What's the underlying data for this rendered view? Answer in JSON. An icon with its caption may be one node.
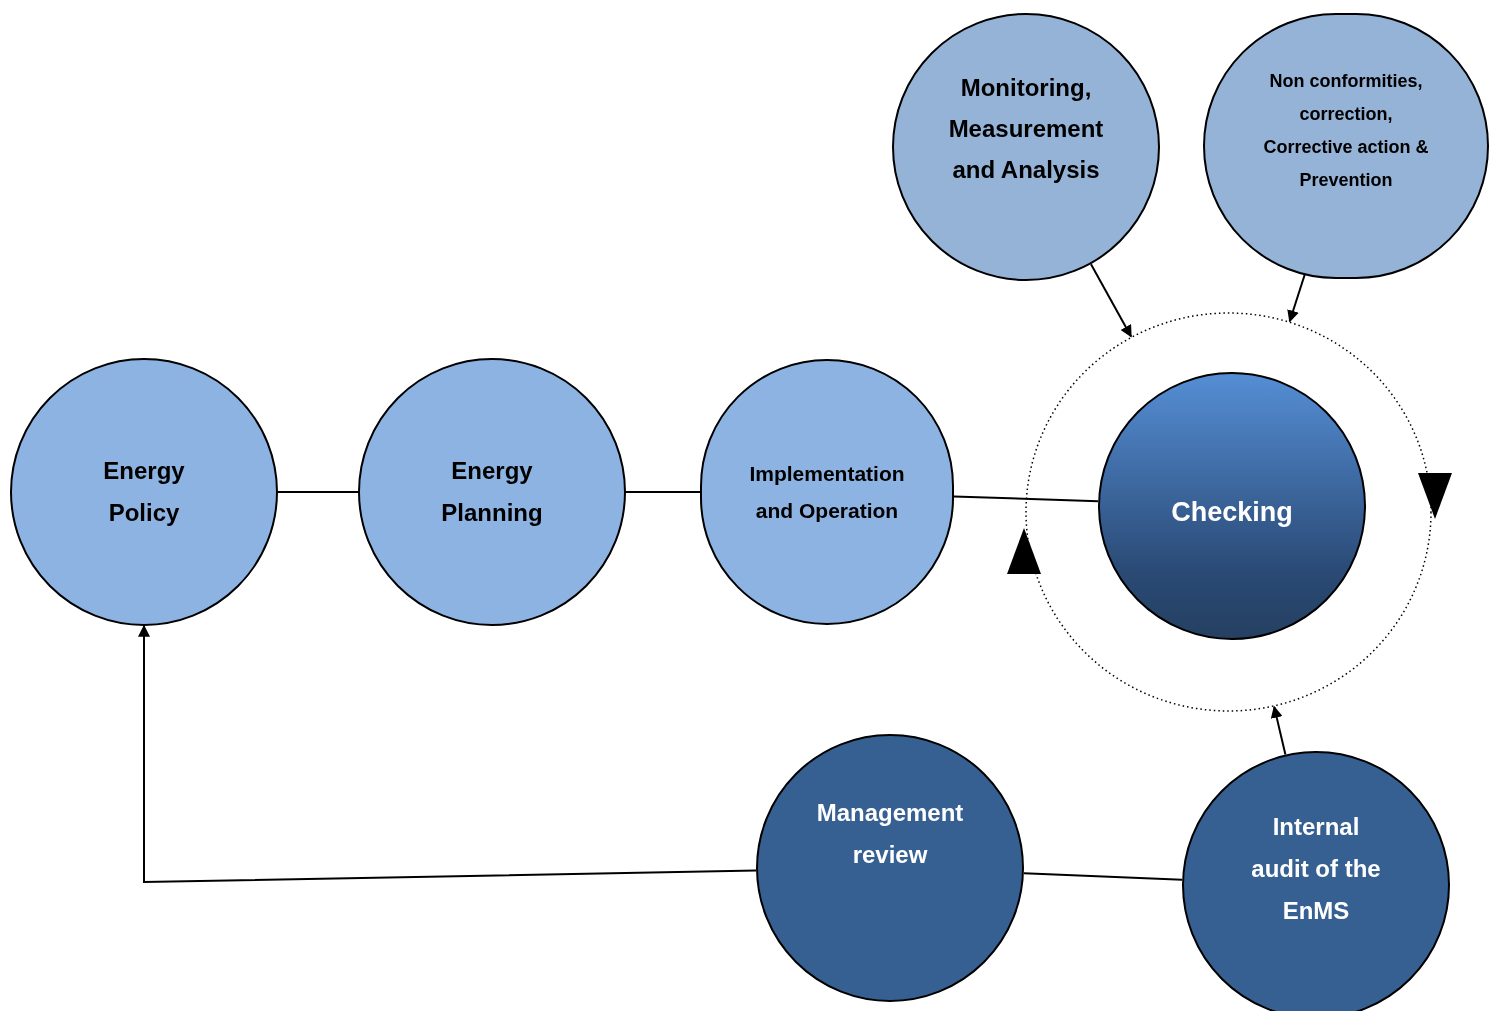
{
  "diagram": {
    "nodes": [
      {
        "text": [
          "Energy Policy"
        ]
      },
      {
        "text": [
          "Energy Planning"
        ]
      },
      {
        "text": [
          "Implementation and Operation"
        ]
      },
      {
        "text": [
          "Monitoring, Measurement and Analysis"
        ]
      },
      {
        "text": [
          "Non conformities, correction, Corrective action & Prevention"
        ]
      },
      {
        "text": [],
        "shape": "circle"
      },
      {
        "text": [
          "Checking"
        ],
        "in": 5
      },
      {
        "text": [
          "Management review"
        ]
      },
      {
        "text": [
          "Internal audit of the EnMS"
        ]
      }
    ],
    "edges": [
      {
        "from": 0,
        "to": 1,
        "arrow": "none"
      },
      {
        "from": 1,
        "to": 2,
        "arrow": "none"
      },
      {
        "from": 2,
        "to": 6,
        "arrow": "none"
      },
      {
        "from": 3,
        "to": 5,
        "arrow": "to"
      },
      {
        "from": 4,
        "to": 5,
        "arrow": "to"
      },
      {
        "from": 8,
        "to": 5,
        "arrow": "to"
      },
      {
        "from": 8,
        "to": 7,
        "arrow": "none"
      },
      {
        "from": 7,
        "to": 0,
        "arrow": "to"
      }
    ]
  }
}
